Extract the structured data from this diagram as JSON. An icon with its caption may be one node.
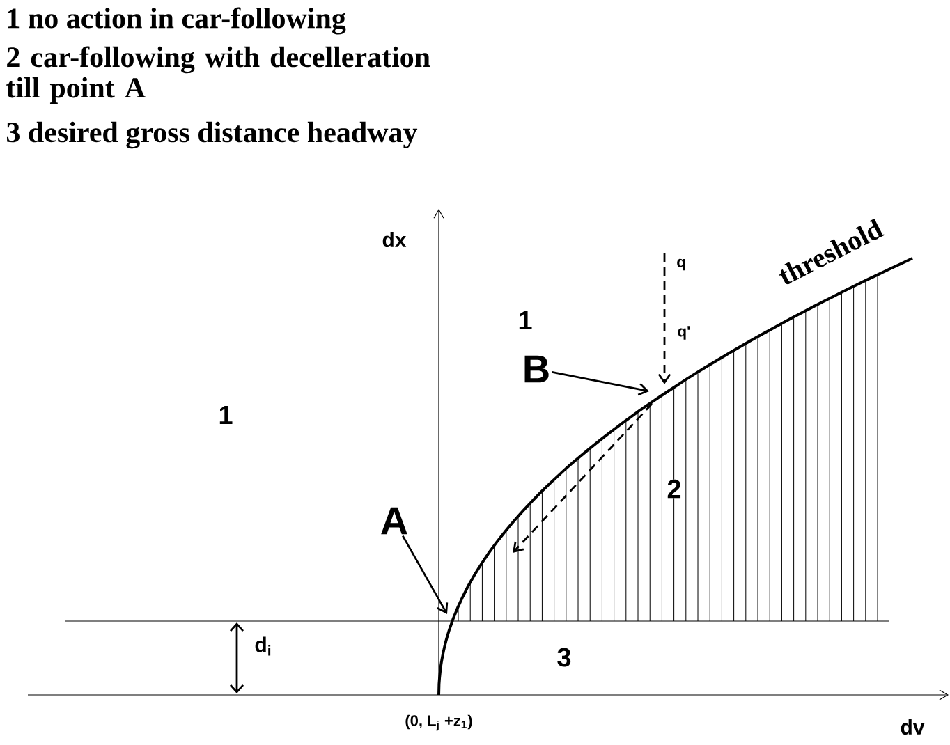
{
  "diagram": {
    "nodes": [
      {
        "text": [
          "A"
        ]
      },
      {
        "text": [
          "B"
        ]
      }
    ],
    "edges": [
      {
        "from": 0,
        "to": null,
        "arrow": "to"
      },
      {
        "from": 1,
        "to": null,
        "arrow": "to"
      }
    ],
    "labels": [
      "1 no action in car-following",
      "2 car-following with decelleration till point A",
      "3 desired gross distance headway",
      "dx",
      "dv",
      "1",
      "1",
      "2",
      "3",
      "q",
      "q'",
      "threshold",
      "(0, L$_{j}$ +z$_{1}$)",
      "d$_{i}$"
    ]
  }
}
